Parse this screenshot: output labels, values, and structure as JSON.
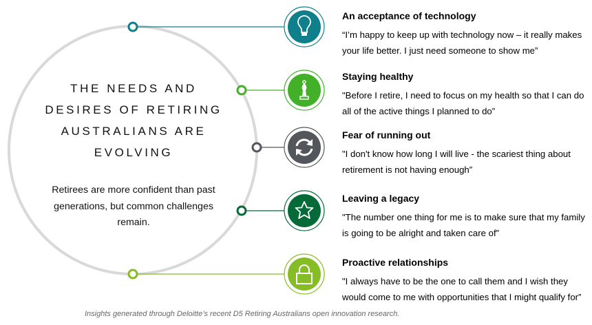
{
  "title": "THE NEEDS AND DESIRES OF RETIRING AUSTRALIANS ARE EVOLVING",
  "subtitle": "Retirees are more confident than past generations, but common challenges remain.",
  "items": [
    {
      "heading": "An acceptance of technology",
      "quote": "“I’m happy to keep up with technology now – it really makes your life better. I just need someone to show me”",
      "icon": "lightbulb-icon",
      "color": "#0e7f8b"
    },
    {
      "heading": "Staying healthy",
      "quote": "\"Before I retire, I need to focus on my health so that I can do all of the active things I planned to do”",
      "icon": "chess-bishop-icon",
      "color": "#43b02a"
    },
    {
      "heading": "Fear of running out",
      "quote": "\"I don't know how long I will live - the scariest thing about retirement is not having enough”",
      "icon": "refresh-icon",
      "color": "#53565a"
    },
    {
      "heading": "Leaving a legacy",
      "quote": "\"The number one thing for me is to make sure that my family is going to be alright and taken care of”",
      "icon": "star-icon",
      "color": "#046a38"
    },
    {
      "heading": "Proactive relationships",
      "quote": "\"I always have to be the one to call them and I wish they would come to me with opportunities that I might qualify for”",
      "icon": "lock-icon",
      "color": "#86bc25"
    }
  ],
  "footer": "Insights generated through Deloitte’s recent D5 Retiring Australians open innovation research."
}
